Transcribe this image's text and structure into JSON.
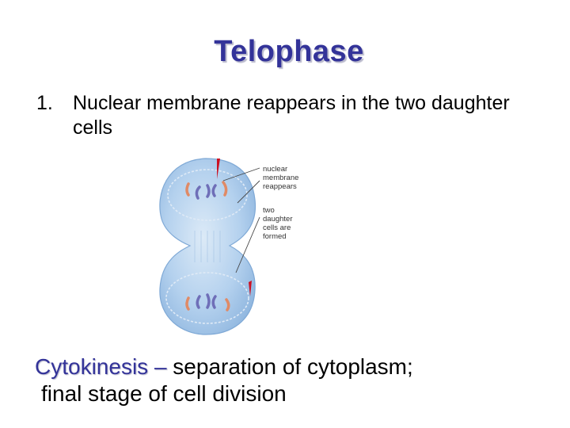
{
  "slide": {
    "title": "Telophase",
    "colors": {
      "title": "#333399",
      "cell_fill": "#a9cbea",
      "cell_edge": "#7fa9d6",
      "chromosome_blue": "#6f6fb8",
      "chromosome_orange": "#e08a66",
      "marker_red": "#cc1122"
    }
  },
  "list": {
    "items": [
      {
        "number": "1.",
        "text": "Nuclear membrane reappears in the two daughter cells"
      }
    ]
  },
  "figure": {
    "labels": {
      "membrane": [
        "nuclear",
        "membrane",
        "reappears"
      ],
      "daughters": [
        "two",
        "daughter",
        "cells are",
        "formed"
      ]
    }
  },
  "footer": {
    "term": "Cytokinesis –",
    "rest": " separation of cytoplasm;",
    "line2": "final stage of cell division"
  }
}
